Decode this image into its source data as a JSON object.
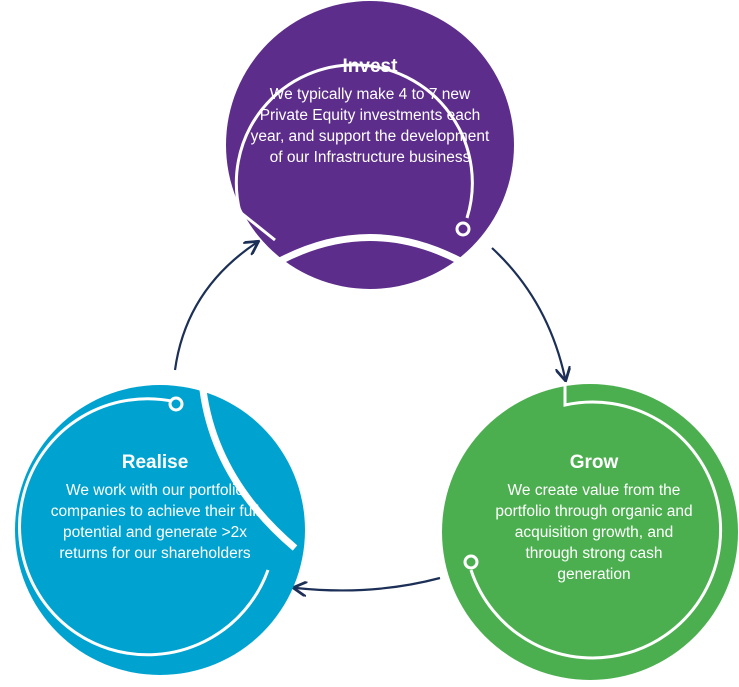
{
  "colors": {
    "invest": "#5c2d8a",
    "grow": "#4caf4f",
    "realise": "#00a3d0",
    "arrow": "#1c2f57",
    "ring": "#ffffff"
  },
  "invest": {
    "title": "Invest",
    "body": "We typically make 4 to 7 new Private Equity investments each year, and support the development of our Infrastructure business"
  },
  "grow": {
    "title": "Grow",
    "body": "We create value from the portfolio through organic and acquisition growth, and through strong cash generation"
  },
  "realise": {
    "title": "Realise",
    "body": "We work with our portfolio companies to achieve their full potential and generate >2x returns for our shareholders"
  }
}
